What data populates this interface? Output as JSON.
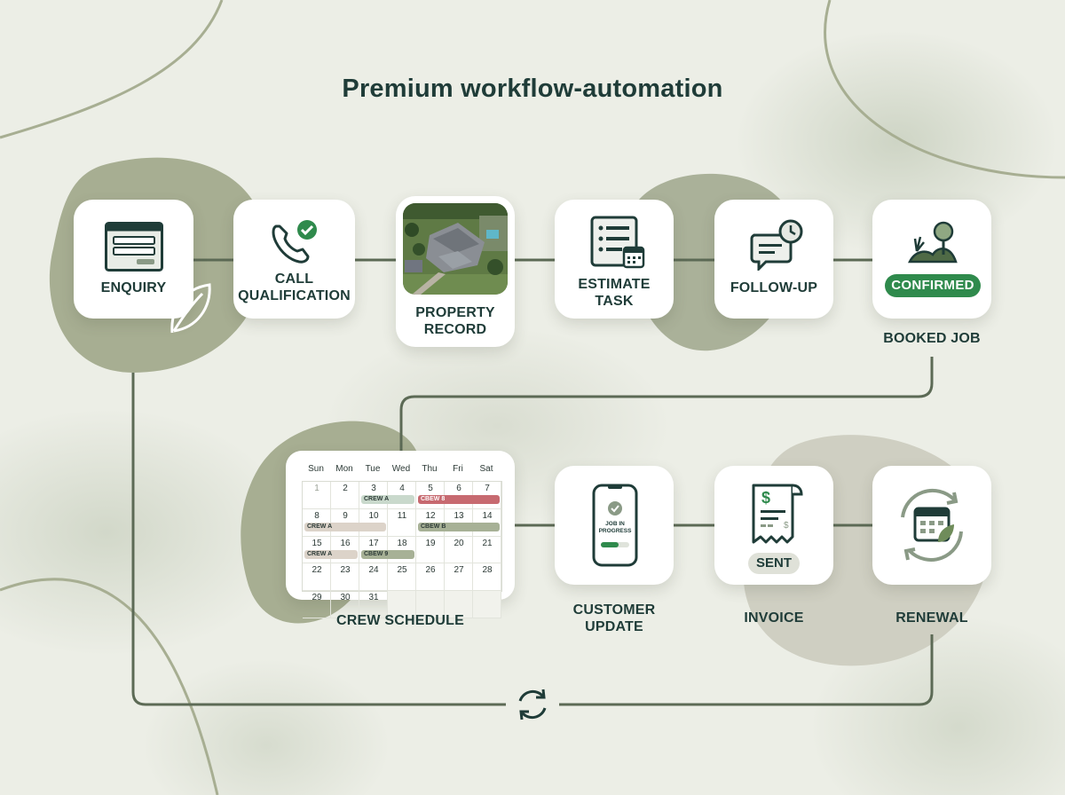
{
  "title": "Premium workflow-automation",
  "colors": {
    "accent": "#2f8a4c",
    "text": "#1f3c38",
    "line": "#5c6a55",
    "blob": "#a7ae92"
  },
  "steps": {
    "enquiry": {
      "label": "ENQUIRY",
      "icon": "web-form-icon"
    },
    "call": {
      "label_line1": "CALL",
      "label_line2": "QUALIFICATION",
      "icon": "phone-check-icon"
    },
    "property": {
      "label_line1": "PROPERTY",
      "label_line2": "RECORD",
      "icon": "aerial-house-photo"
    },
    "estimate": {
      "label_line1": "ESTIMATE",
      "label_line2": "TASK",
      "icon": "checklist-calendar-icon"
    },
    "followup": {
      "label": "FOLLOW-UP",
      "icon": "chat-clock-icon"
    },
    "booked": {
      "badge": "CONFIRMED",
      "label": "BOOKED JOB",
      "icon": "landscape-icon"
    },
    "crew": {
      "label": "CREW SCHEDULE"
    },
    "customer": {
      "label_line1": "CUSTOMER",
      "label_line2": "UPDATE",
      "phone_text_line1": "JOB IN",
      "phone_text_line2": "PROGRESS",
      "icon": "phone-progress-icon"
    },
    "invoice": {
      "badge": "SENT",
      "label": "INVOICE",
      "icon": "receipt-icon"
    },
    "renewal": {
      "label": "RENEWAL",
      "icon": "calendar-cycle-icon"
    }
  },
  "calendar": {
    "days": [
      "Sun",
      "Mon",
      "Tue",
      "Wed",
      "Thu",
      "Fri",
      "Sat"
    ],
    "dates": [
      "1",
      "2",
      "3",
      "4",
      "5",
      "6",
      "7",
      "8",
      "9",
      "10",
      "11",
      "12",
      "13",
      "14",
      "15",
      "16",
      "17",
      "18",
      "19",
      "20",
      "21",
      "22",
      "23",
      "24",
      "25",
      "26",
      "27",
      "28",
      "29",
      "30",
      "31"
    ],
    "bars": [
      {
        "text": "CREW A",
        "color": "#c9d9cc",
        "row": 0,
        "startCol": 2,
        "span": 2
      },
      {
        "text": "CBEW 8",
        "color": "#c76a70",
        "row": 0,
        "startCol": 4,
        "span": 3
      },
      {
        "text": "CREW A",
        "color": "#dcd3c9",
        "row": 1,
        "startCol": 0,
        "span": 3
      },
      {
        "text": "CBEW B",
        "color": "#a7b196",
        "row": 1,
        "startCol": 4,
        "span": 3
      },
      {
        "text": "CREW A",
        "color": "#dcd3c9",
        "row": 2,
        "startCol": 0,
        "span": 2
      },
      {
        "text": "CBEW 9",
        "color": "#a7b196",
        "row": 2,
        "startCol": 2,
        "span": 2
      }
    ]
  }
}
